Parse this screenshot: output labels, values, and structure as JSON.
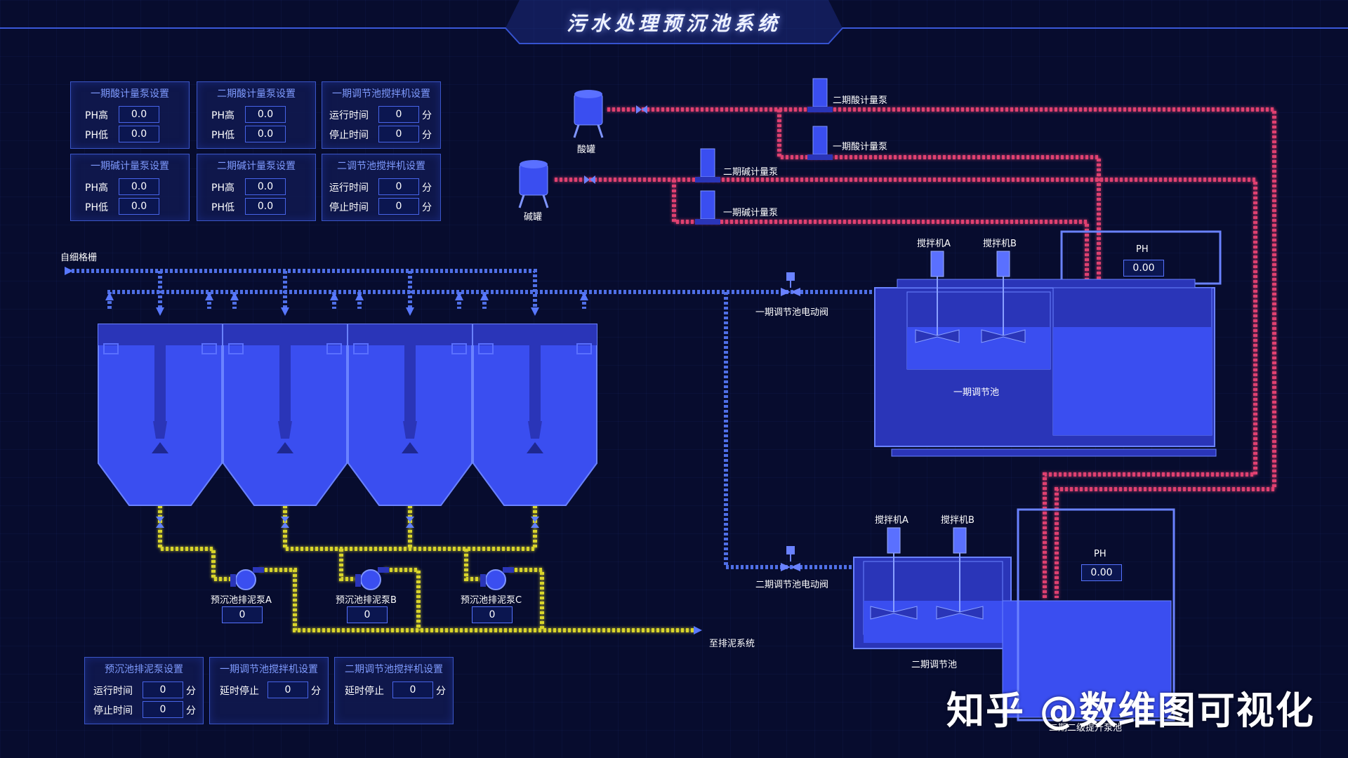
{
  "title": "污水处理预沉池系统",
  "panels": {
    "p1": {
      "title": "一期酸计量泵设置",
      "r1_label": "PH高",
      "r1_value": "0.0",
      "r2_label": "PH低",
      "r2_value": "0.0"
    },
    "p2": {
      "title": "二期酸计量泵设置",
      "r1_label": "PH高",
      "r1_value": "0.0",
      "r2_label": "PH低",
      "r2_value": "0.0"
    },
    "p3": {
      "title": "一期调节池搅拌机设置",
      "r1_label": "运行时间",
      "r1_value": "0",
      "r2_label": "停止时间",
      "r2_value": "0",
      "unit": "分"
    },
    "p4": {
      "title": "一期碱计量泵设置",
      "r1_label": "PH高",
      "r1_value": "0.0",
      "r2_label": "PH低",
      "r2_value": "0.0"
    },
    "p5": {
      "title": "二期碱计量泵设置",
      "r1_label": "PH高",
      "r1_value": "0.0",
      "r2_label": "PH低",
      "r2_value": "0.0"
    },
    "p6": {
      "title": "二调节池搅拌机设置",
      "r1_label": "运行时间",
      "r1_value": "0",
      "r2_label": "停止时间",
      "r2_value": "0",
      "unit": "分"
    },
    "p7": {
      "title": "预沉池排泥泵设置",
      "r1_label": "运行时间",
      "r1_value": "0",
      "r2_label": "停止时间",
      "r2_value": "0",
      "unit": "分"
    },
    "p8": {
      "title": "一期调节池搅拌机设置",
      "r1_label": "延时停止",
      "r1_value": "0",
      "unit": "分"
    },
    "p9": {
      "title": "二期调节池搅拌机设置",
      "r1_label": "延时停止",
      "r1_value": "0",
      "unit": "分"
    }
  },
  "labels": {
    "inlet": "自细格栅",
    "acid_tank": "酸罐",
    "base_tank": "碱罐",
    "acid_pump_2": "二期酸计量泵",
    "acid_pump_1": "一期酸计量泵",
    "base_pump_2": "二期碱计量泵",
    "base_pump_1": "一期碱计量泵",
    "valve_1": "一期调节池电动阀",
    "valve_2": "二期调节池电动阀",
    "mixer_a1": "搅拌机A",
    "mixer_b1": "搅拌机B",
    "mixer_a2": "搅拌机A",
    "mixer_b2": "搅拌机B",
    "tank_1": "一期调节池",
    "tank_2": "二期调节池",
    "lift_pool": "二期二级提升泵池",
    "sludge_out": "至排泥系统",
    "pump_a": "预沉池排泥泵A",
    "pump_b": "预沉池排泥泵B",
    "pump_c": "预沉池排泥泵C",
    "ph_1_label": "PH",
    "ph_2_label": "PH"
  },
  "readouts": {
    "pump_a": "0",
    "pump_b": "0",
    "pump_c": "0",
    "ph_1": "0.00",
    "ph_2": "0.00"
  },
  "watermark": "知乎 @数维图可视化",
  "colors": {
    "acid_pipe": "#e0406f",
    "water_pipe": "#4f6fe6",
    "sludge_pipe": "#d8d42a",
    "tank_fill": "#3a4ef0",
    "tank_dark": "#2a35b8"
  }
}
